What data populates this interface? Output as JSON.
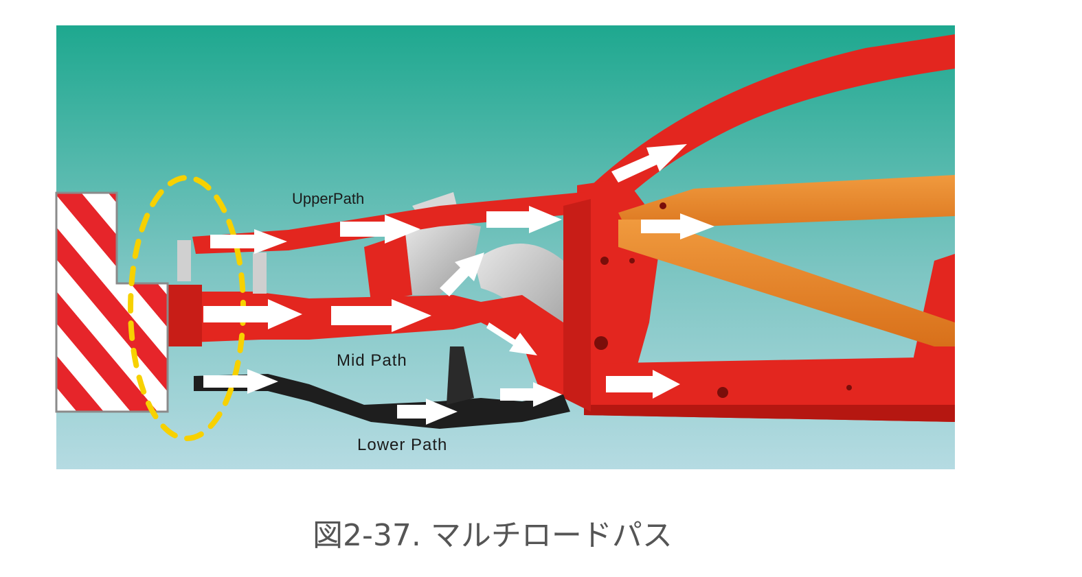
{
  "figure": {
    "upper_path_label": "UpperPath",
    "mid_path_label": "Mid Path",
    "lower_path_label": "Lower Path",
    "caption": "図2-37. マルチロードパス"
  },
  "colors": {
    "sky_top": "#1ea88f",
    "sky_bottom": "#b5dbe2",
    "body_red": "#e3261f",
    "body_red_dark": "#b51711",
    "brace_orange": "#e98326",
    "subframe_black": "#1e1e1e",
    "arrow_white": "#ffffff",
    "impact_ring": "#f7d100",
    "barrier_red": "#e6252a",
    "barrier_frame": "#8a8a8a",
    "caption_text": "#555555"
  }
}
